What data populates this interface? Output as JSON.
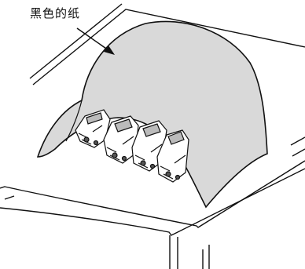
{
  "callout": {
    "label": "黑色的纸"
  },
  "colors": {
    "paper": "#d9d9d9",
    "line": "#111111",
    "cartridge": "#ffffff",
    "background": "#ffffff"
  },
  "parts": {
    "table": "table",
    "black_paper": "black-paper",
    "cartridges": [
      "cartridge-1",
      "cartridge-2",
      "cartridge-3",
      "cartridge-4"
    ]
  }
}
